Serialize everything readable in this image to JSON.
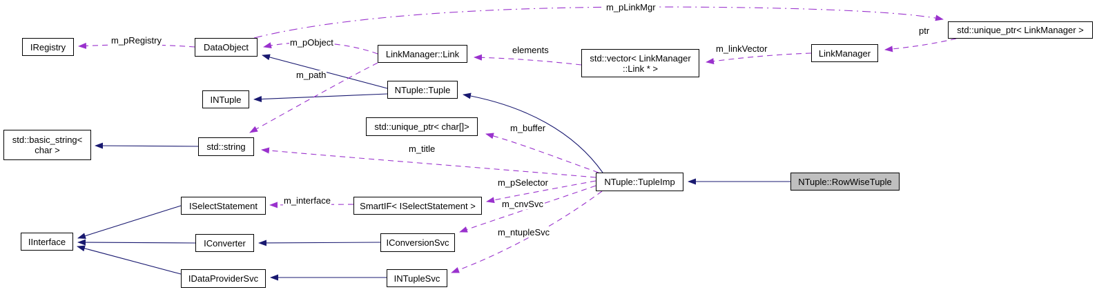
{
  "diagram_type": "collaboration-graph",
  "colors": {
    "inheritance_edge": "#191970",
    "usage_edge": "#9a32cd",
    "node_border": "#000000",
    "node_fill": "#ffffff",
    "focus_node_fill": "#bfbfbf",
    "background": "#ffffff"
  },
  "nodes": {
    "iregistry": {
      "label": "IRegistry"
    },
    "dataobject": {
      "label": "DataObject"
    },
    "linkmanager_link": {
      "label": "LinkManager::Link"
    },
    "vector_links": {
      "line1": "std::vector< LinkManager",
      "line2": "::Link * >"
    },
    "linkmanager": {
      "label": "LinkManager"
    },
    "unique_ptr_linkmanager": {
      "label": "std::unique_ptr< LinkManager >"
    },
    "intuple": {
      "label": "INTuple"
    },
    "ntuple_tuple": {
      "label": "NTuple::Tuple"
    },
    "unique_ptr_char": {
      "label": "std::unique_ptr< char[]>"
    },
    "basic_string": {
      "line1": "std::basic_string<",
      "line2": "char >"
    },
    "std_string": {
      "label": "std::string"
    },
    "tupleimp": {
      "label": "NTuple::TupleImp"
    },
    "rowwisetuple": {
      "label": "NTuple::RowWiseTuple"
    },
    "iselectstatement": {
      "label": "ISelectStatement"
    },
    "smartif": {
      "label": "SmartIF< ISelectStatement >"
    },
    "iinterface": {
      "label": "IInterface"
    },
    "iconverter": {
      "label": "IConverter"
    },
    "iconversionsvc": {
      "label": "IConversionSvc"
    },
    "idataprovidersvc": {
      "label": "IDataProviderSvc"
    },
    "intuplesvc": {
      "label": "INTupleSvc"
    }
  },
  "edge_labels": {
    "m_pRegistry": "m_pRegistry",
    "m_pObject": "m_pObject",
    "m_pLinkMgr": "m_pLinkMgr",
    "elements": "elements",
    "m_linkVector": "m_linkVector",
    "ptr": "ptr",
    "m_path": "m_path",
    "m_buffer": "m_buffer",
    "m_title": "m_title",
    "m_pSelector": "m_pSelector",
    "m_cnvSvc": "m_cnvSvc",
    "m_ntupleSvc": "m_ntupleSvc",
    "m_interface": "m_interface"
  }
}
